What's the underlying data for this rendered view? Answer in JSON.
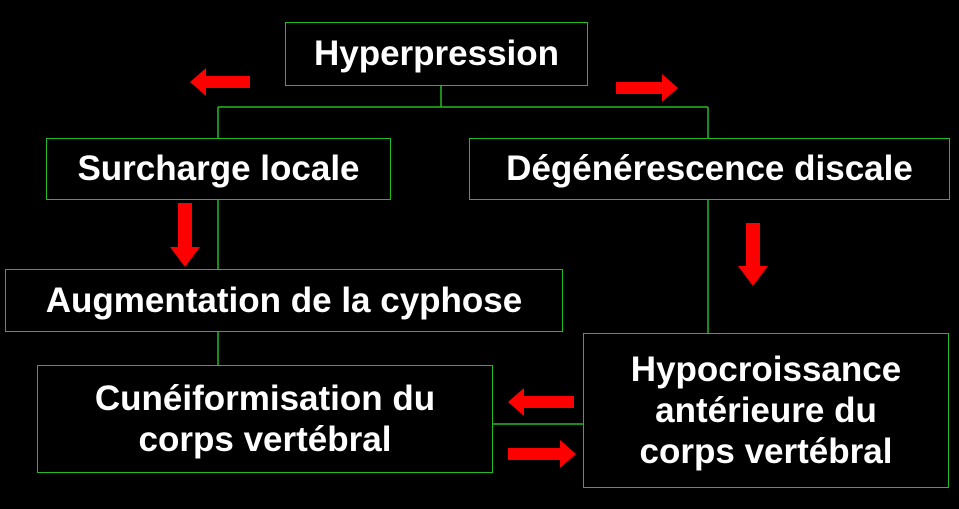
{
  "diagram": {
    "colors": {
      "background": "#000000",
      "box_border": "#22bb22",
      "connector": "#22bb22",
      "text": "#ffffff",
      "arrow": "#ff0000"
    },
    "nodes": {
      "hyperpression": "Hyperpression",
      "surcharge_locale": "Surcharge locale",
      "degenerescence_discale": "Dégénérescence discale",
      "augmentation_cyphose": "Augmentation de la cyphose",
      "cuneiformisation": "Cunéiformisation du\ncorps vertébral",
      "hypocroissance": "Hypocroissance\nantérieure du\ncorps vertébral"
    }
  }
}
